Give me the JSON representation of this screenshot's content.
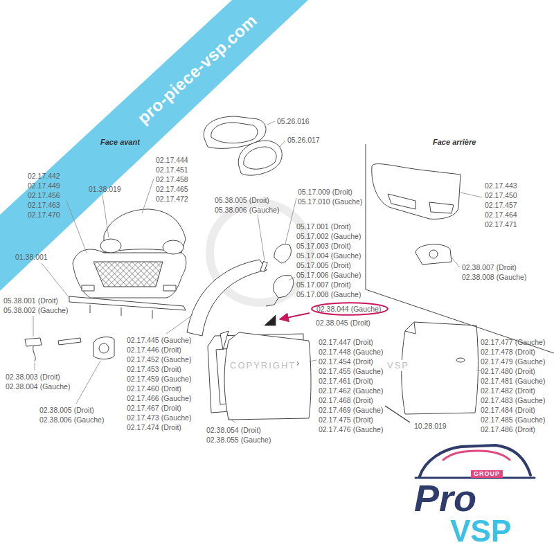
{
  "diagram": {
    "nodes": [
      {
        "text": [
          "02.38.044 (Gauche)"
        ]
      }
    ],
    "labels": [
      "pro-piece-vsp.com",
      "Face avant",
      "05.26.016",
      "05.26.017",
      "02.17.444",
      "02.17.451",
      "02.17.458",
      "02.17.465",
      "02.17.472",
      "02.17.442",
      "02.17.449",
      "02.17.456",
      "02.17.463",
      "02.17.470",
      "01.38.019",
      "01.38.001",
      "05.38.005 (Droit)",
      "05.38.006 (Gauche)",
      "05.17.009 (Droit)",
      "05.17.010 (Gauche)",
      "05.17.001 (Droit)",
      "05.17.002 (Gauche)",
      "05.17.003 (Droit)",
      "05.17.004 (Gauche)",
      "05.17.005 (Droit)",
      "05.17.006 (Gauche)",
      "05.17.007 (Droit)",
      "05.17.008 (Gauche)",
      "02.38.045 (Droit)",
      "Face arrière",
      "02.17.443",
      "02.17.450",
      "02.17.457",
      "02.17.464",
      "02.17.471",
      "02.38.007 (Droit)",
      "02.38.008 (Gauche)",
      "05.38.001 (Droit)",
      "05.38.002 (Gauche)",
      "02.38.003 (Droit)",
      "02.38.004 (Gauche)",
      "02.38.005 (Droit)",
      "02.38.006 (Gauche)",
      "02.17.445 (Gauche)",
      "02.17.446 (Droit)",
      "02.17.452 (Gauche)",
      "02.17.453 (Droit)",
      "02.17.459 (Gauche)",
      "02.17.460 (Droit)",
      "02.17.466 (Gauche)",
      "02.17.467 (Droit)",
      "02.17.473 (Gauche)",
      "02.17.474 (Droit)",
      "02.38.054 (Droit)",
      "02.38.055 (Gauche)",
      "02.17.447 (Droit)",
      "02.17.448 (Gauche)",
      "02.17.454 (Droit)",
      "02.17.455 (Gauche)",
      "02.17.461 (Droit)",
      "02.17.462 (Gauche)",
      "02.17.468 (Droit)",
      "02.17.469 (Gauche)",
      "02.17.475 (Droit)",
      "02.17.476 (Gauche)",
      "02.17.477 (Gauche)",
      "02.17.478 (Droit)",
      "02.17.479 (Gauche)",
      "02.17.480 (Droit)",
      "02.17.481 (Gauche)",
      "02.17.482 (Droit)",
      "02.17.483 (Gauche)",
      "02.17.484 (Droit)",
      "02.17.485 (Gauche)",
      "02.17.486 (Droit)",
      "10.28.019",
      "COPYRIGHT",
      "VSP",
      "GROUP",
      "Pro",
      "VSP"
    ]
  }
}
